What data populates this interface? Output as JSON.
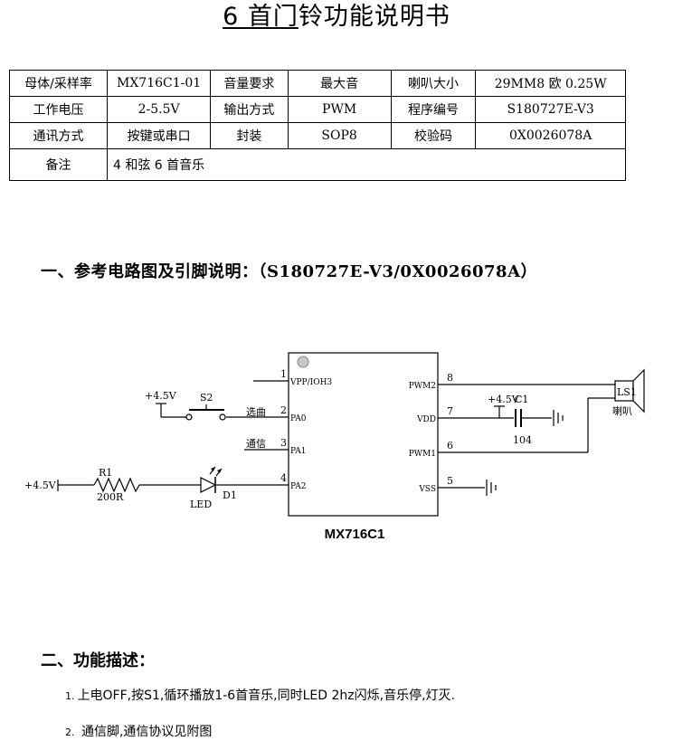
{
  "title": {
    "num": " 6 首门",
    "rest": "铃功能说明书"
  },
  "spec_table": {
    "rows": [
      [
        "母体/采样率",
        "MX716C1-01",
        "音量要求",
        "最大音",
        "喇叭大小",
        "29MM8 欧 0.25W"
      ],
      [
        "工作电压",
        "2-5.5V",
        "输出方式",
        "PWM",
        "程序编号",
        "S180727E-V3"
      ],
      [
        "通讯方式",
        "按键或串口",
        "封装",
        "SOP8",
        "校验码",
        "0X0026078A"
      ]
    ],
    "note_label": "备注",
    "note_value": "4 和弦 6 首音乐"
  },
  "section1": {
    "heading": "一、参考电路图及引脚说明：（S180727E-V3/0X0026078A）"
  },
  "circuit": {
    "chip_name": "MX716C1",
    "pins_left": [
      {
        "num": "1",
        "name": "VPP/IOH3"
      },
      {
        "num": "2",
        "name": "PA0"
      },
      {
        "num": "3",
        "name": "PA1"
      },
      {
        "num": "4",
        "name": "PA2"
      }
    ],
    "pins_right": [
      {
        "num": "8",
        "name": "PWM2"
      },
      {
        "num": "7",
        "name": "VDD"
      },
      {
        "num": "6",
        "name": "PWM1"
      },
      {
        "num": "5",
        "name": "VSS"
      }
    ],
    "label_select": "选曲",
    "label_comm": "通信",
    "switch_ref": "S2",
    "vcc_switch": "+4.5V",
    "vcc_cap": "+4.5V",
    "cap_ref": "C1",
    "cap_value": "104",
    "vcc_led": "+4.5V",
    "resistor_ref": "R1",
    "resistor_value": "200R",
    "led_label": "LED",
    "led_ref": "D1",
    "speaker_ref": "LS1",
    "speaker_label": "喇叭"
  },
  "section2": {
    "heading": "二、功能描述：",
    "items": [
      {
        "num": "1.",
        "text": "上电OFF,按S1,循环播放1-6首音乐,同时LED 2hz闪烁,音乐停,灯灭."
      },
      {
        "num": "2.",
        "text": " 通信脚,通信协议见附图"
      }
    ]
  }
}
